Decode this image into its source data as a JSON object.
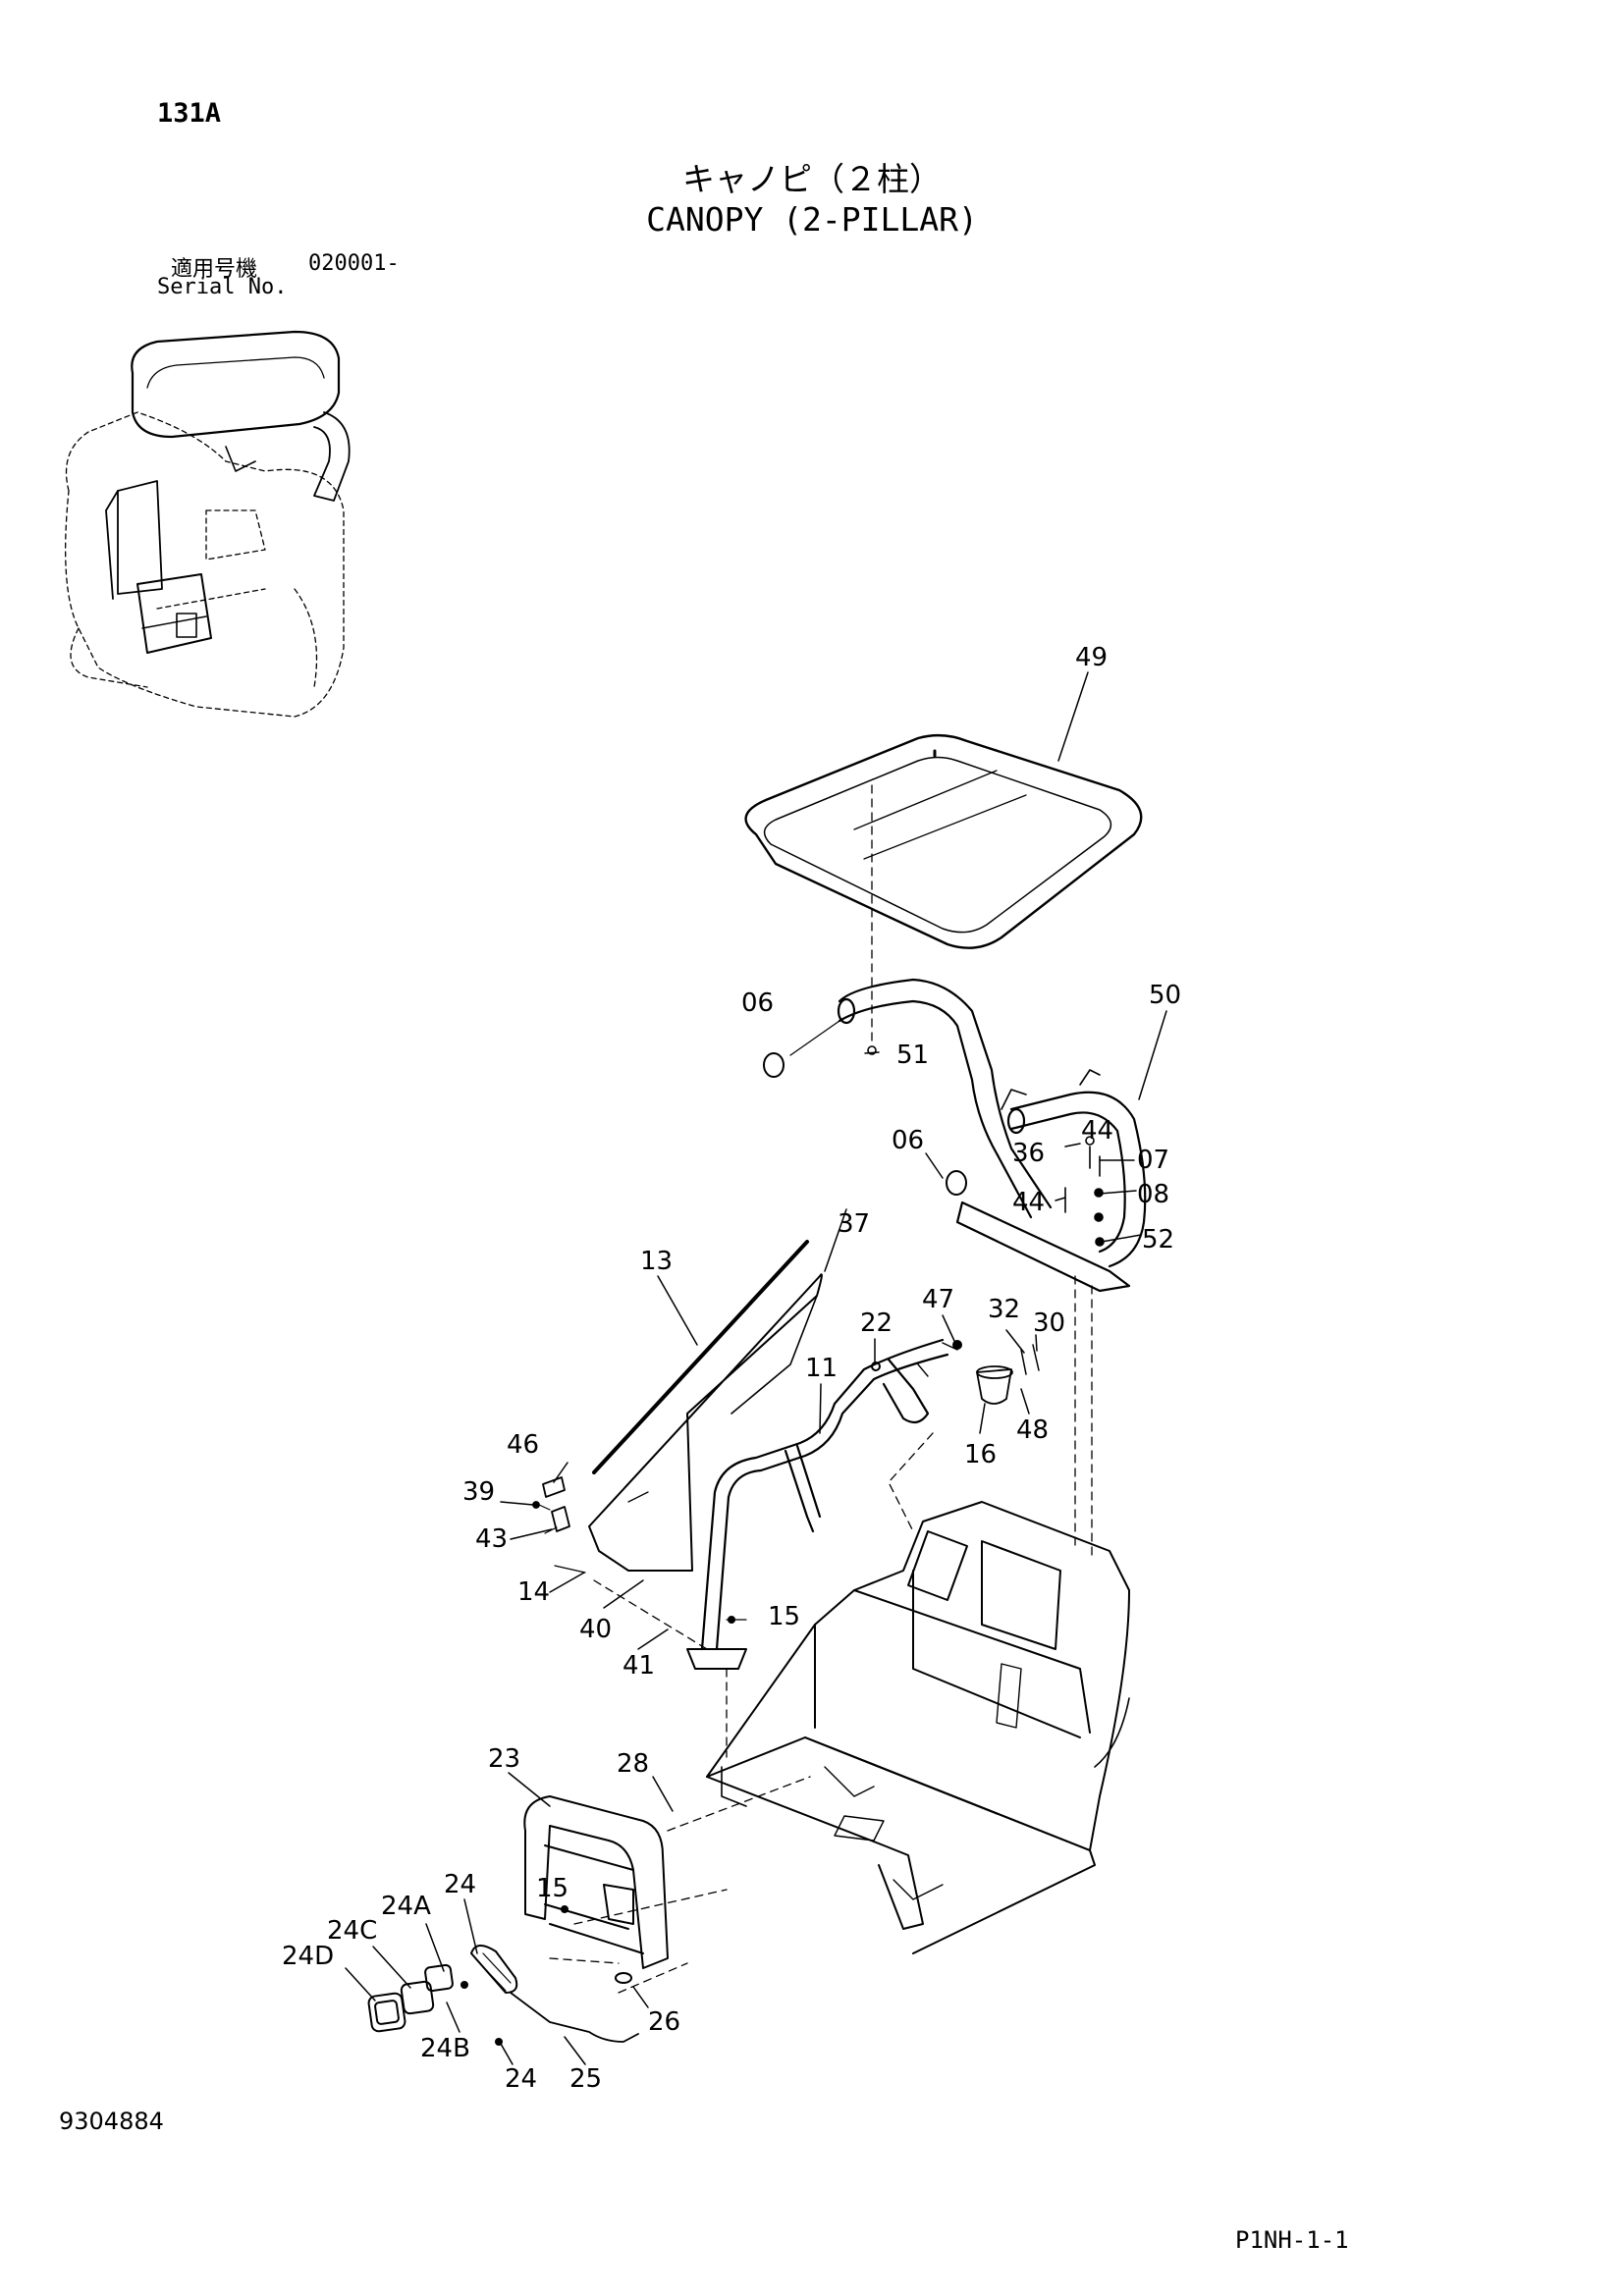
{
  "header": {
    "page_id": "131A",
    "title_jp": "キャノピ（２柱）",
    "title_en": "CANOPY (2-PILLAR)",
    "serial_label_jp": "適用号機",
    "serial_value": "020001-",
    "serial_label_en": "Serial No."
  },
  "footer": {
    "doc_number": "9304884",
    "page_code": "P1NH-1-1"
  },
  "callouts": {
    "c49": "49",
    "c06a": "06",
    "c51": "51",
    "c50": "50",
    "c06b": "06",
    "c44a": "44",
    "c36": "36",
    "c07": "07",
    "c44b": "44",
    "c08": "08",
    "c52": "52",
    "c37": "37",
    "c13": "13",
    "c47": "47",
    "c32": "32",
    "c30": "30",
    "c22": "22",
    "c11": "11",
    "c48": "48",
    "c16": "16",
    "c46": "46",
    "c39": "39",
    "c43": "43",
    "c14": "14",
    "c15a": "15",
    "c40": "40",
    "c41": "41",
    "c23": "23",
    "c28": "28",
    "c24a": "24",
    "c15b": "15",
    "c24A": "24A",
    "c24C": "24C",
    "c24D": "24D",
    "c26": "26",
    "c24B": "24B",
    "c24b": "24",
    "c25": "25"
  }
}
